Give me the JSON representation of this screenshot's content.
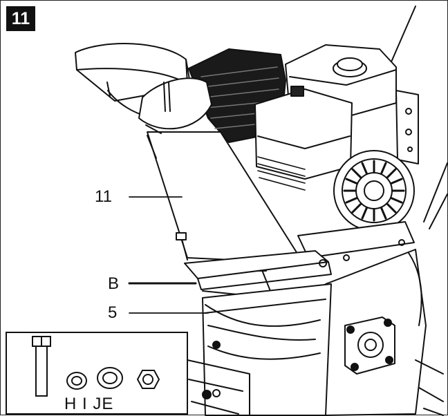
{
  "figure": {
    "step_number": "11",
    "callouts": {
      "chute": "11",
      "bracket": "B",
      "hopper": "5"
    },
    "hardware_inset": {
      "caption": "H I JE",
      "parts": [
        "bolt-icon",
        "spring-washer-icon",
        "flat-washer-icon",
        "hex-nut-icon"
      ]
    }
  }
}
